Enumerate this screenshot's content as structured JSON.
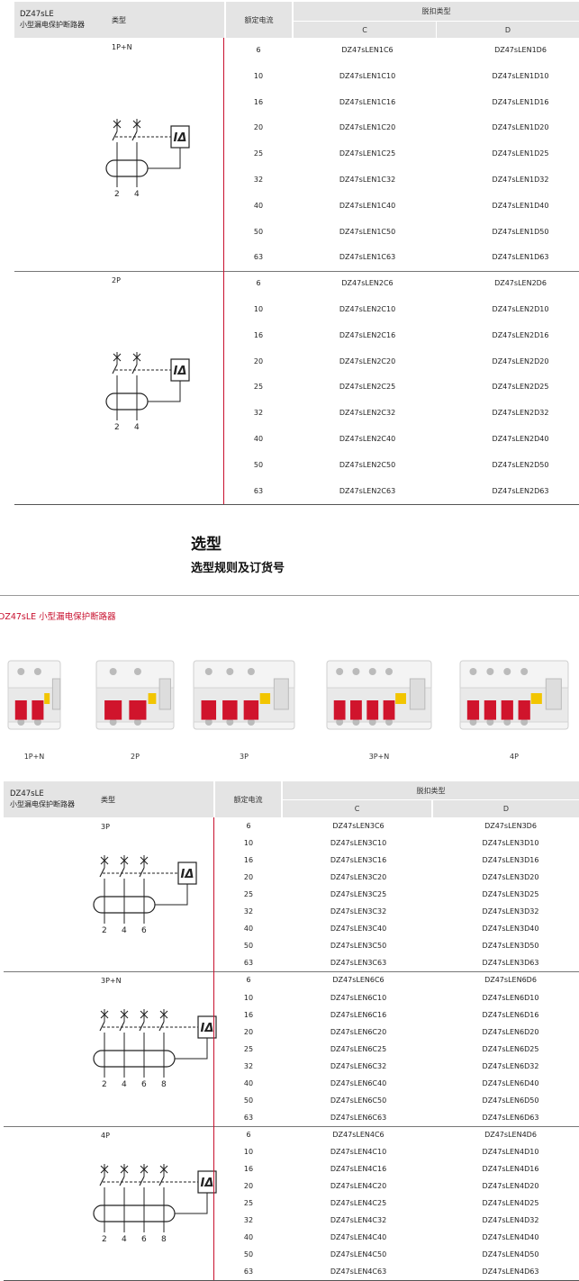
{
  "table1": {
    "corner_title": "DZ47sLE",
    "corner_sub": "小型漏电保护断路器",
    "col_type": "类型",
    "col_current": "额定电流",
    "col_trip": "脱扣类型",
    "col_c": "C",
    "col_d": "D",
    "groups": [
      {
        "label": "1P+N",
        "terminals": [
          "2",
          "4"
        ],
        "rows": [
          {
            "a": "6",
            "c": "DZ47sLEN1C6",
            "d": "DZ47sLEN1D6"
          },
          {
            "a": "10",
            "c": "DZ47sLEN1C10",
            "d": "DZ47sLEN1D10"
          },
          {
            "a": "16",
            "c": "DZ47sLEN1C16",
            "d": "DZ47sLEN1D16"
          },
          {
            "a": "20",
            "c": "DZ47sLEN1C20",
            "d": "DZ47sLEN1D20"
          },
          {
            "a": "25",
            "c": "DZ47sLEN1C25",
            "d": "DZ47sLEN1D25"
          },
          {
            "a": "32",
            "c": "DZ47sLEN1C32",
            "d": "DZ47sLEN1D32"
          },
          {
            "a": "40",
            "c": "DZ47sLEN1C40",
            "d": "DZ47sLEN1D40"
          },
          {
            "a": "50",
            "c": "DZ47sLEN1C50",
            "d": "DZ47sLEN1D50"
          },
          {
            "a": "63",
            "c": "DZ47sLEN1C63",
            "d": "DZ47sLEN1D63"
          }
        ]
      },
      {
        "label": "2P",
        "terminals": [
          "2",
          "4"
        ],
        "rows": [
          {
            "a": "6",
            "c": "DZ47sLEN2C6",
            "d": "DZ47sLEN2D6"
          },
          {
            "a": "10",
            "c": "DZ47sLEN2C10",
            "d": "DZ47sLEN2D10"
          },
          {
            "a": "16",
            "c": "DZ47sLEN2C16",
            "d": "DZ47sLEN2D16"
          },
          {
            "a": "20",
            "c": "DZ47sLEN2C20",
            "d": "DZ47sLEN2D20"
          },
          {
            "a": "25",
            "c": "DZ47sLEN2C25",
            "d": "DZ47sLEN2D25"
          },
          {
            "a": "32",
            "c": "DZ47sLEN2C32",
            "d": "DZ47sLEN2D32"
          },
          {
            "a": "40",
            "c": "DZ47sLEN2C40",
            "d": "DZ47sLEN2D40"
          },
          {
            "a": "50",
            "c": "DZ47sLEN2C50",
            "d": "DZ47sLEN2D50"
          },
          {
            "a": "63",
            "c": "DZ47sLEN2C63",
            "d": "DZ47sLEN2D63"
          }
        ]
      }
    ]
  },
  "section": {
    "title": "选型",
    "subtitle": "选型规则及订货号",
    "red_heading": "DZ47sLE 小型漏电保护断路器"
  },
  "products": [
    {
      "label": "1P+N",
      "poles": 2
    },
    {
      "label": "2P",
      "poles": 2
    },
    {
      "label": "3P",
      "poles": 3
    },
    {
      "label": "3P+N",
      "poles": 4
    },
    {
      "label": "4P",
      "poles": 4
    }
  ],
  "table2": {
    "corner_title": "DZ47sLE",
    "corner_sub": "小型漏电保护断路器",
    "col_type": "类型",
    "col_current": "额定电流",
    "col_trip": "脱扣类型",
    "col_c": "C",
    "col_d": "D",
    "groups": [
      {
        "label": "3P",
        "terminals": [
          "2",
          "4",
          "6"
        ],
        "rows": [
          {
            "a": "6",
            "c": "DZ47sLEN3C6",
            "d": "DZ47sLEN3D6"
          },
          {
            "a": "10",
            "c": "DZ47sLEN3C10",
            "d": "DZ47sLEN3D10"
          },
          {
            "a": "16",
            "c": "DZ47sLEN3C16",
            "d": "DZ47sLEN3D16"
          },
          {
            "a": "20",
            "c": "DZ47sLEN3C20",
            "d": "DZ47sLEN3D20"
          },
          {
            "a": "25",
            "c": "DZ47sLEN3C25",
            "d": "DZ47sLEN3D25"
          },
          {
            "a": "32",
            "c": "DZ47sLEN3C32",
            "d": "DZ47sLEN3D32"
          },
          {
            "a": "40",
            "c": "DZ47sLEN3C40",
            "d": "DZ47sLEN3D40"
          },
          {
            "a": "50",
            "c": "DZ47sLEN3C50",
            "d": "DZ47sLEN3D50"
          },
          {
            "a": "63",
            "c": "DZ47sLEN3C63",
            "d": "DZ47sLEN3D63"
          }
        ]
      },
      {
        "label": "3P+N",
        "terminals": [
          "2",
          "4",
          "6",
          "8"
        ],
        "rows": [
          {
            "a": "6",
            "c": "DZ47sLEN6C6",
            "d": "DZ47sLEN6D6"
          },
          {
            "a": "10",
            "c": "DZ47sLEN6C10",
            "d": "DZ47sLEN6D10"
          },
          {
            "a": "16",
            "c": "DZ47sLEN6C16",
            "d": "DZ47sLEN6D16"
          },
          {
            "a": "20",
            "c": "DZ47sLEN6C20",
            "d": "DZ47sLEN6D20"
          },
          {
            "a": "25",
            "c": "DZ47sLEN6C25",
            "d": "DZ47sLEN6D25"
          },
          {
            "a": "32",
            "c": "DZ47sLEN6C32",
            "d": "DZ47sLEN6D32"
          },
          {
            "a": "40",
            "c": "DZ47sLEN6C40",
            "d": "DZ47sLEN6D40"
          },
          {
            "a": "50",
            "c": "DZ47sLEN6C50",
            "d": "DZ47sLEN6D50"
          },
          {
            "a": "63",
            "c": "DZ47sLEN6C63",
            "d": "DZ47sLEN6D63"
          }
        ]
      },
      {
        "label": "4P",
        "terminals": [
          "2",
          "4",
          "6",
          "8"
        ],
        "rows": [
          {
            "a": "6",
            "c": "DZ47sLEN4C6",
            "d": "DZ47sLEN4D6"
          },
          {
            "a": "10",
            "c": "DZ47sLEN4C10",
            "d": "DZ47sLEN4D10"
          },
          {
            "a": "16",
            "c": "DZ47sLEN4C16",
            "d": "DZ47sLEN4D16"
          },
          {
            "a": "20",
            "c": "DZ47sLEN4C20",
            "d": "DZ47sLEN4D20"
          },
          {
            "a": "25",
            "c": "DZ47sLEN4C25",
            "d": "DZ47sLEN4D25"
          },
          {
            "a": "32",
            "c": "DZ47sLEN4C32",
            "d": "DZ47sLEN4D32"
          },
          {
            "a": "40",
            "c": "DZ47sLEN4C40",
            "d": "DZ47sLEN4D40"
          },
          {
            "a": "50",
            "c": "DZ47sLEN4C50",
            "d": "DZ47sLEN4D50"
          },
          {
            "a": "63",
            "c": "DZ47sLEN4C63",
            "d": "DZ47sLEN4D63"
          }
        ]
      }
    ]
  },
  "colors": {
    "accent_red": "#c8102e",
    "header_gray": "#e4e4e4",
    "breaker_red": "#d0142c",
    "handle_yellow": "#f2c500"
  },
  "icon_names": {
    "rcd_trip": "residual-current-trip-icon",
    "switch": "breaker-switch-icon"
  }
}
